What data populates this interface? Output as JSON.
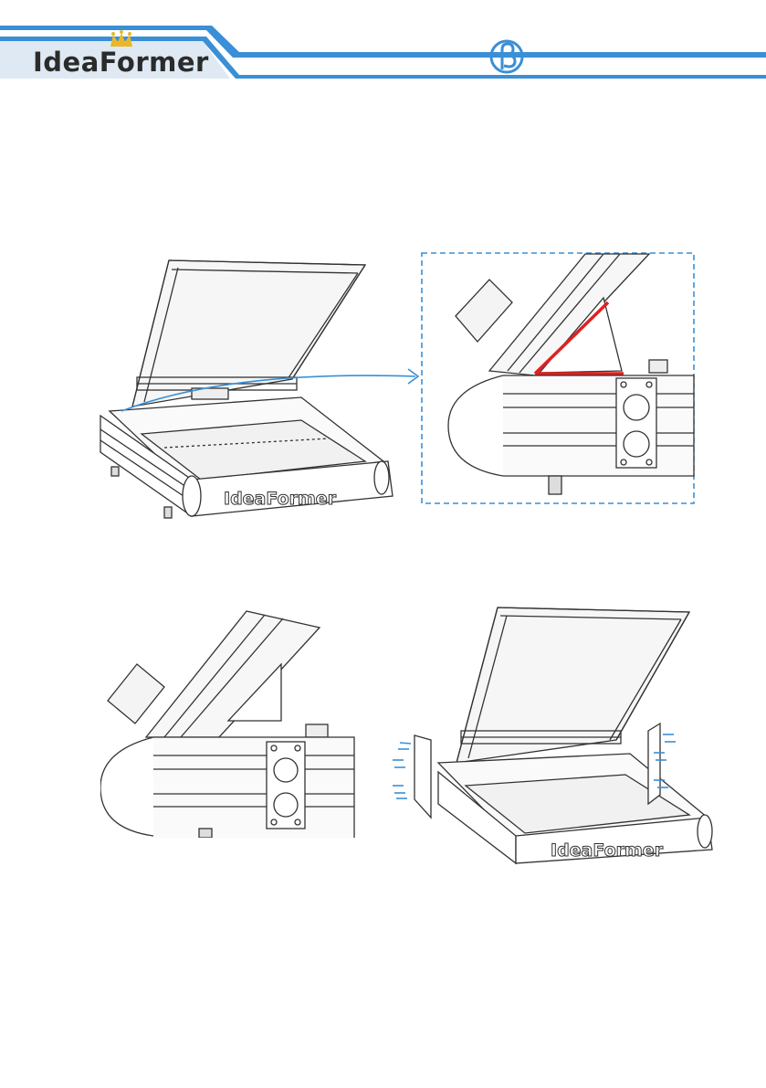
{
  "header": {
    "brand_name": "IdeaFormer",
    "beta_logo": "beta-symbol-icon",
    "accent_color": "#3a8fd6",
    "brand_yellow": "#e8b82a"
  },
  "figures": [
    {
      "id": "printer-overview",
      "label_on_rail": "IdeaFormer"
    },
    {
      "id": "bracket-detail"
    },
    {
      "id": "bracket-removed"
    },
    {
      "id": "side-plates-install",
      "label_on_rail": "IdeaFormer"
    }
  ],
  "colors": {
    "highlight_red": "#e02020",
    "callout_blue": "#3a8fd6",
    "line": "#333333"
  }
}
